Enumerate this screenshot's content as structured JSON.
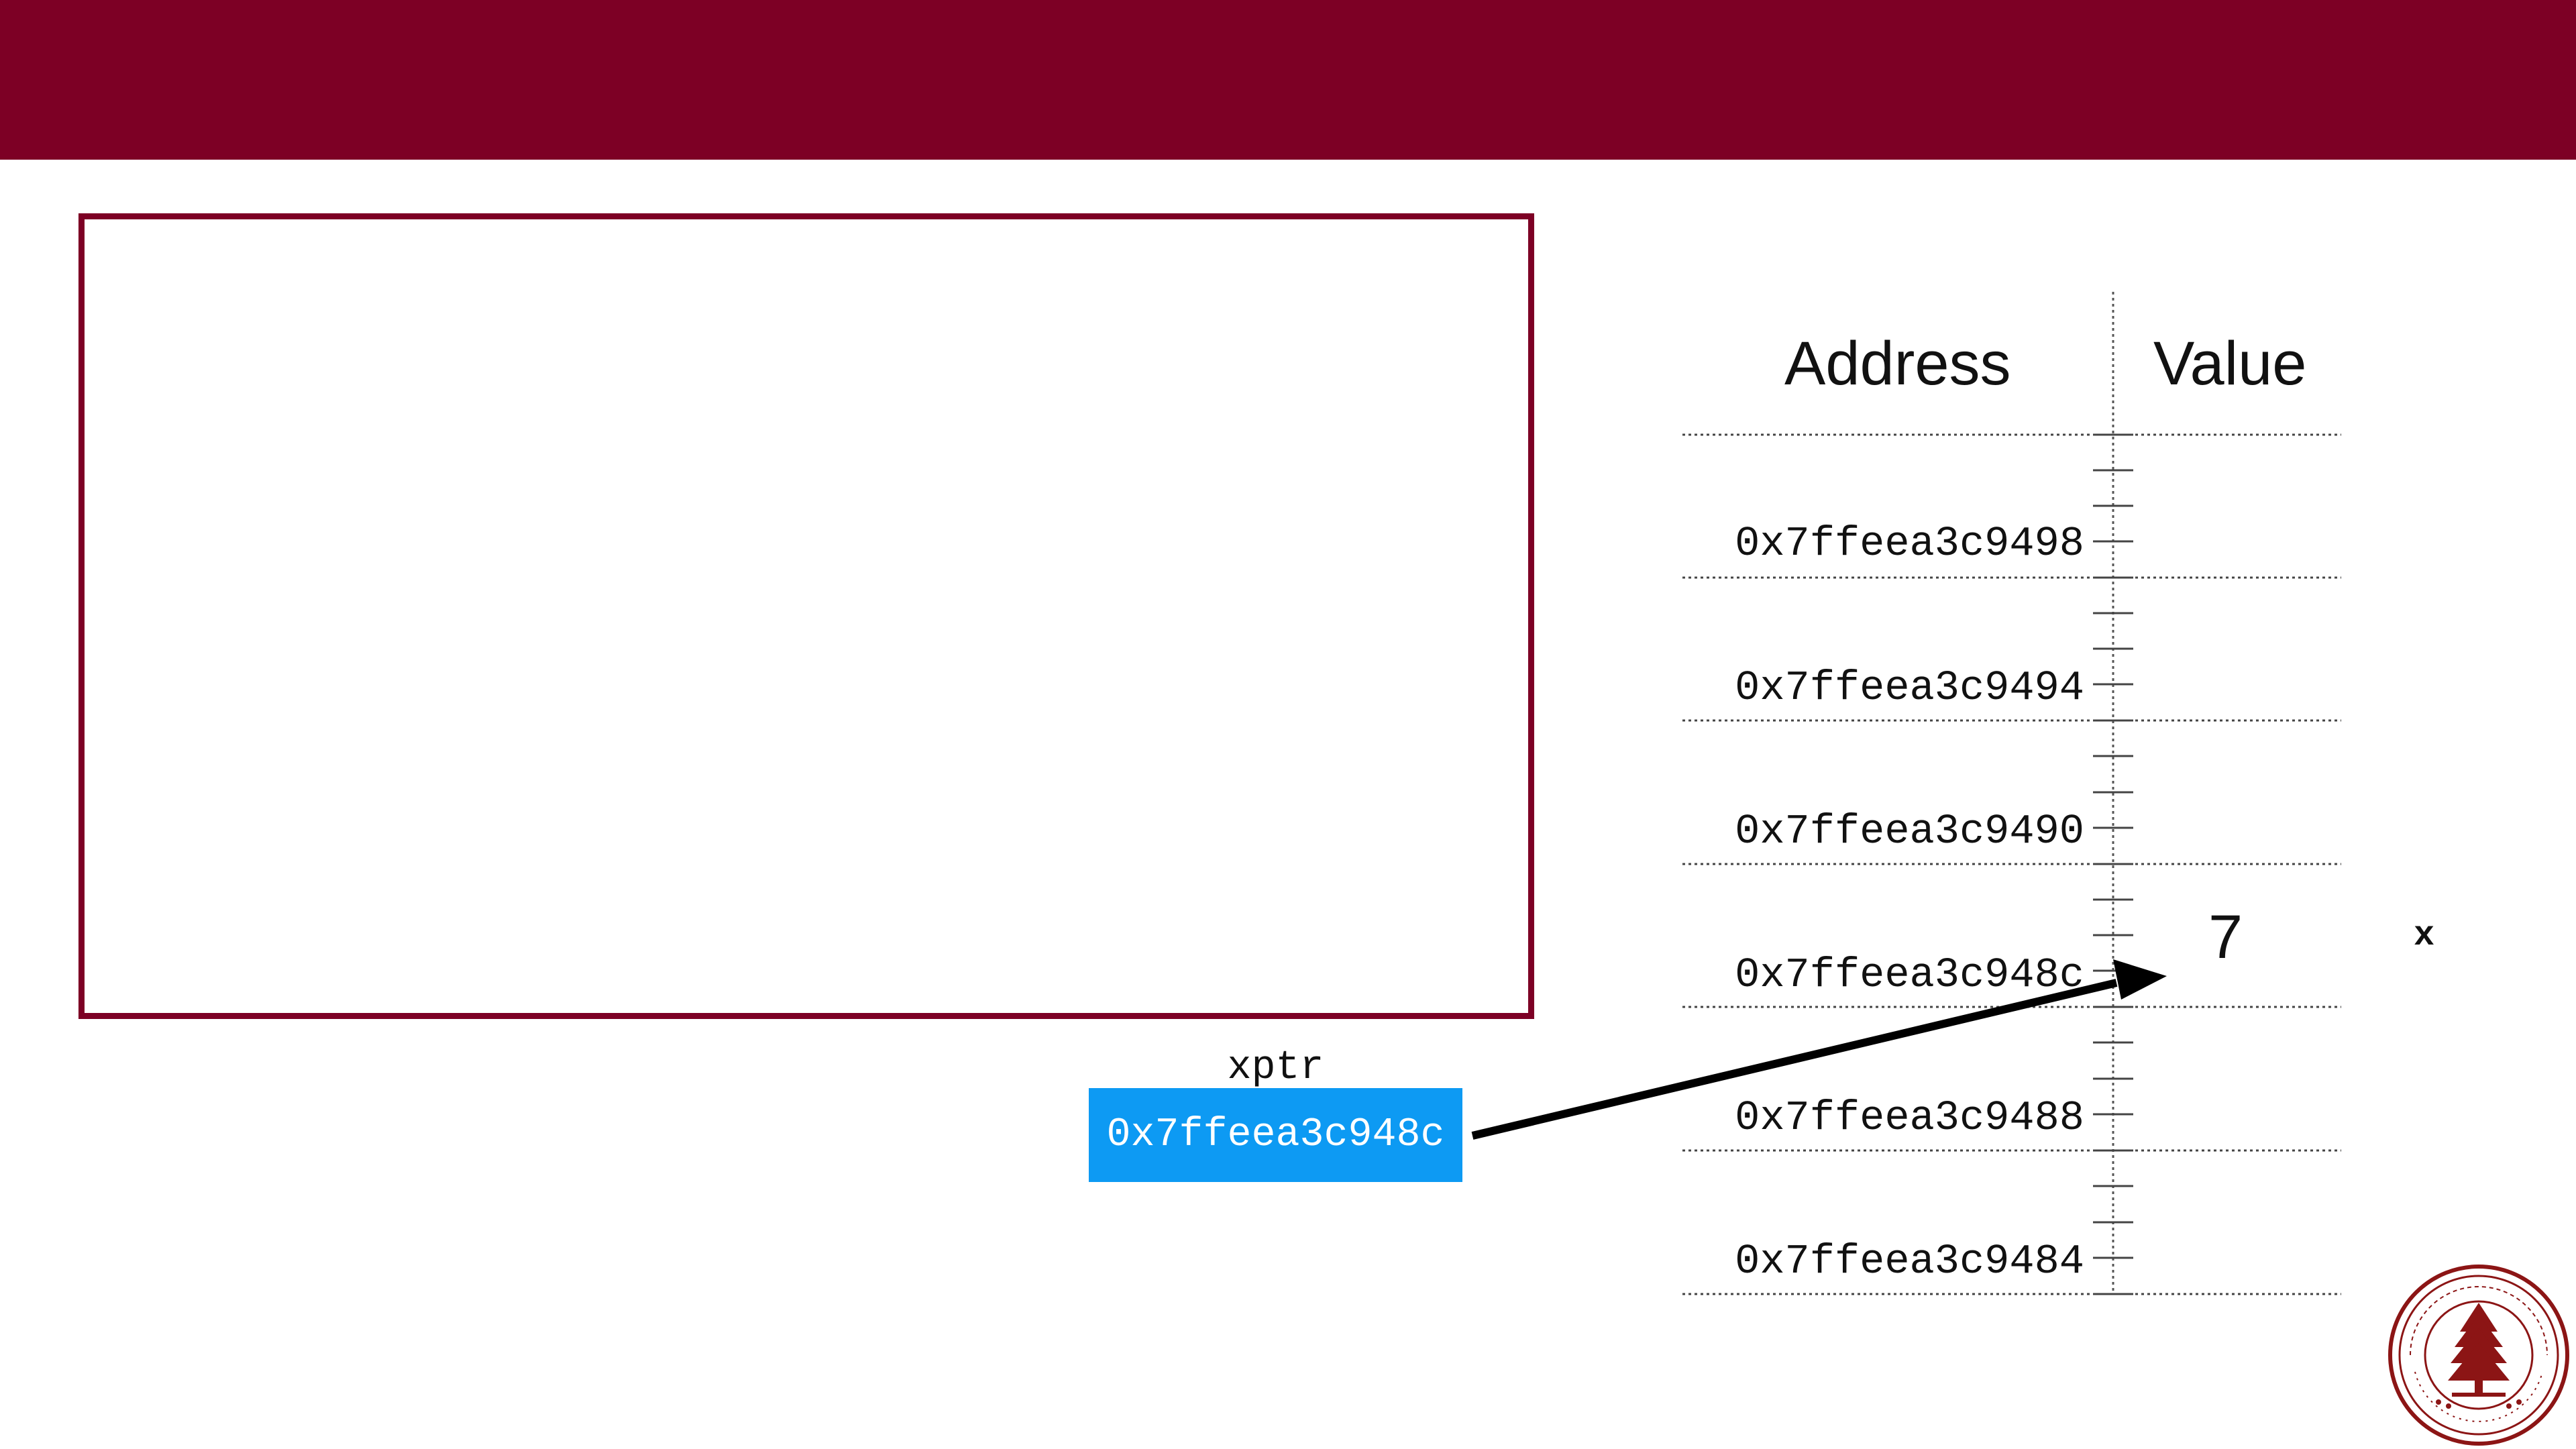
{
  "memory_table": {
    "address_header": "Address",
    "value_header": "Value",
    "rows": [
      {
        "address": "0x7ffeea3c9498",
        "value": "",
        "var": ""
      },
      {
        "address": "0x7ffeea3c9494",
        "value": "",
        "var": ""
      },
      {
        "address": "0x7ffeea3c9490",
        "value": "",
        "var": ""
      },
      {
        "address": "0x7ffeea3c948c",
        "value": "7",
        "var": "x"
      },
      {
        "address": "0x7ffeea3c9488",
        "value": "",
        "var": ""
      },
      {
        "address": "0x7ffeea3c9484",
        "value": "",
        "var": ""
      }
    ]
  },
  "pointer": {
    "name": "xptr",
    "value": "0x7ffeea3c948c",
    "color": "#0d9af3"
  },
  "colors": {
    "brand": "#7d0025",
    "text": "#111111"
  },
  "icons": {
    "seal": "university-seal-icon"
  }
}
